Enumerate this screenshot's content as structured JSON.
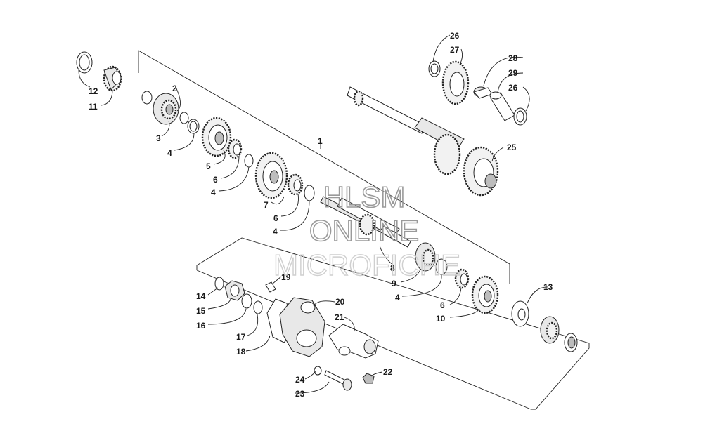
{
  "labels": [
    {
      "id": "1",
      "text": "1"
    },
    {
      "id": "2",
      "text": "2"
    },
    {
      "id": "3",
      "text": "3"
    },
    {
      "id": "4a",
      "text": "4"
    },
    {
      "id": "4b",
      "text": "4"
    },
    {
      "id": "4c",
      "text": "4"
    },
    {
      "id": "4d",
      "text": "4"
    },
    {
      "id": "5",
      "text": "5"
    },
    {
      "id": "6a",
      "text": "6"
    },
    {
      "id": "6b",
      "text": "6"
    },
    {
      "id": "6c",
      "text": "6"
    },
    {
      "id": "7",
      "text": "7"
    },
    {
      "id": "8",
      "text": "8"
    },
    {
      "id": "9",
      "text": "9"
    },
    {
      "id": "10",
      "text": "10"
    },
    {
      "id": "11",
      "text": "11"
    },
    {
      "id": "12",
      "text": "12"
    },
    {
      "id": "13",
      "text": "13"
    },
    {
      "id": "14",
      "text": "14"
    },
    {
      "id": "15",
      "text": "15"
    },
    {
      "id": "16",
      "text": "16"
    },
    {
      "id": "17",
      "text": "17"
    },
    {
      "id": "18",
      "text": "18"
    },
    {
      "id": "19",
      "text": "19"
    },
    {
      "id": "20",
      "text": "20"
    },
    {
      "id": "21",
      "text": "21"
    },
    {
      "id": "22",
      "text": "22"
    },
    {
      "id": "23",
      "text": "23"
    },
    {
      "id": "24",
      "text": "24"
    },
    {
      "id": "25",
      "text": "25"
    },
    {
      "id": "26a",
      "text": "26"
    },
    {
      "id": "26b",
      "text": "26"
    },
    {
      "id": "27",
      "text": "27"
    },
    {
      "id": "28",
      "text": "28"
    },
    {
      "id": "29",
      "text": "29"
    }
  ],
  "watermark": {
    "line1": "HLSM",
    "line2": "ONLINE",
    "line3": "MICROFICHE"
  }
}
